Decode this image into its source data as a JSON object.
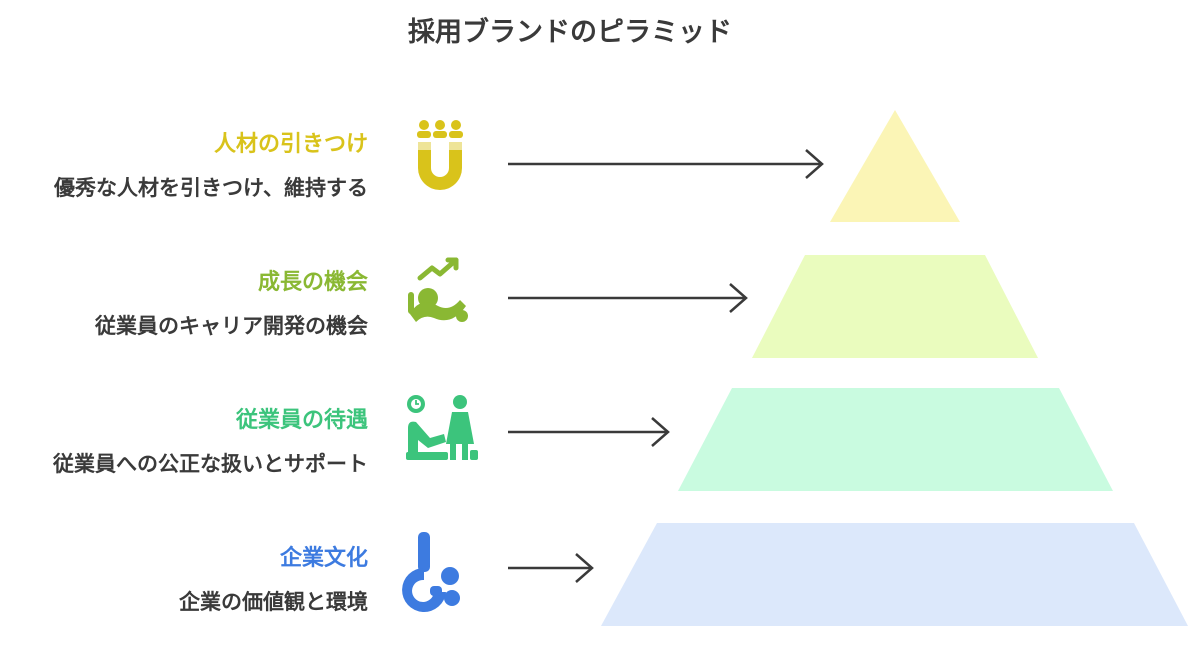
{
  "title": "採用ブランドのピラミッド",
  "levels": [
    {
      "title": "人材の引きつけ",
      "description": "優秀な人材を引きつけ、維持する",
      "color": "#d9c31b",
      "fill": "#fbf5b6",
      "icon": "magnet-people-icon"
    },
    {
      "title": "成長の機会",
      "description": "従業員のキャリア開発の機会",
      "color": "#8ab833",
      "fill": "#eafcbe",
      "icon": "growth-chart-icon"
    },
    {
      "title": "従業員の待遇",
      "description": "従業員への公正な扱いとサポート",
      "color": "#3cc47c",
      "fill": "#c9fbe0",
      "icon": "support-person-icon"
    },
    {
      "title": "企業文化",
      "description": "企業の価値観と環境",
      "color": "#3d7be0",
      "fill": "#dce8fb",
      "icon": "culture-blocks-icon"
    }
  ]
}
